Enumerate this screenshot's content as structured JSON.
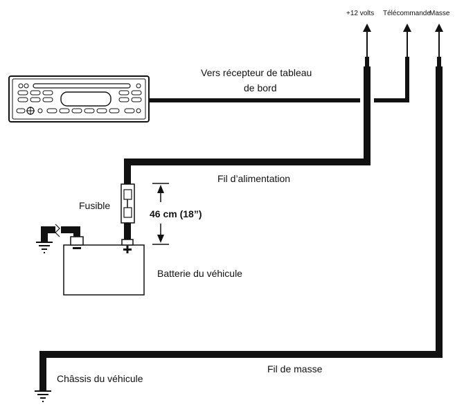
{
  "terminals": {
    "plus12": "+12 volts",
    "remote": "Télécommande",
    "ground": "Masse"
  },
  "labels": {
    "head_unit_line1": "Vers récepteur de tableau",
    "head_unit_line2": "de bord",
    "power_wire": "Fil d’alimentation",
    "fuse": "Fusible",
    "distance": "46 cm (18”)",
    "battery": "Batterie du véhicule",
    "ground_wire": "Fil de masse",
    "chassis": "Châssis du véhicule"
  },
  "battery_terminals": {
    "negative": "−",
    "positive": "+"
  },
  "colors": {
    "wire": "#111111",
    "background": "#ffffff"
  }
}
